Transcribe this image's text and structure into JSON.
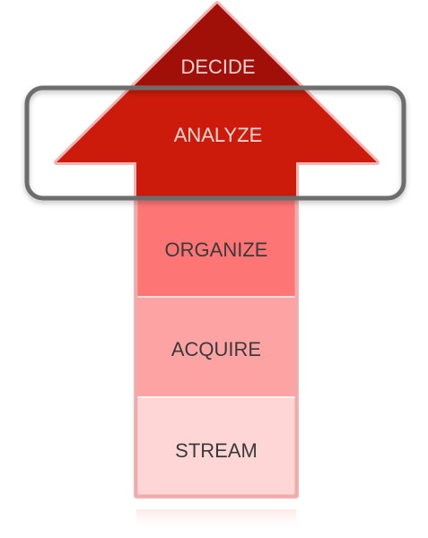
{
  "layers": [
    {
      "label": "DECIDE",
      "fill": "#a01008",
      "text_color": "#f3d4d2"
    },
    {
      "label": "ANALYZE",
      "fill": "#cc1b0a",
      "text_color": "#f6d9d6"
    },
    {
      "label": "ORGANIZE",
      "fill": "#fd7574",
      "text_color": "#3a3a3a"
    },
    {
      "label": "ACQUIRE",
      "fill": "#fea3a3",
      "text_color": "#3a3a3a"
    },
    {
      "label": "STREAM",
      "fill": "#ffd6d6",
      "text_color": "#3a3a3a"
    }
  ],
  "highlight": {
    "target": "ANALYZE",
    "color": "#6d6d6d"
  }
}
